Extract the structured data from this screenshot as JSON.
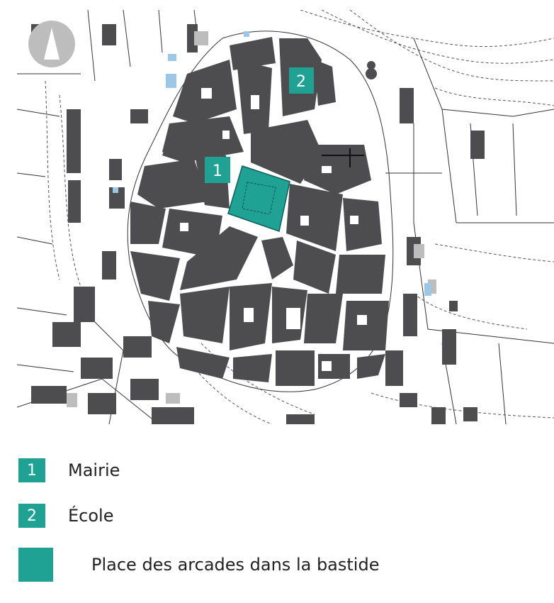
{
  "colors": {
    "accent": "#1fa294",
    "building": "#4d4d4f",
    "building_light": "#bdbdbd",
    "water": "#9cc7e6",
    "line": "#222222"
  },
  "map": {
    "north_icon": "north-arrow-icon",
    "markers": [
      {
        "id": "1",
        "label": "1"
      },
      {
        "id": "2",
        "label": "2"
      }
    ]
  },
  "legend": {
    "items": [
      {
        "marker": "1",
        "label": "Mairie"
      },
      {
        "marker": "2",
        "label": "École"
      },
      {
        "marker": "",
        "label": "Place des arcades dans la bastide"
      }
    ]
  }
}
